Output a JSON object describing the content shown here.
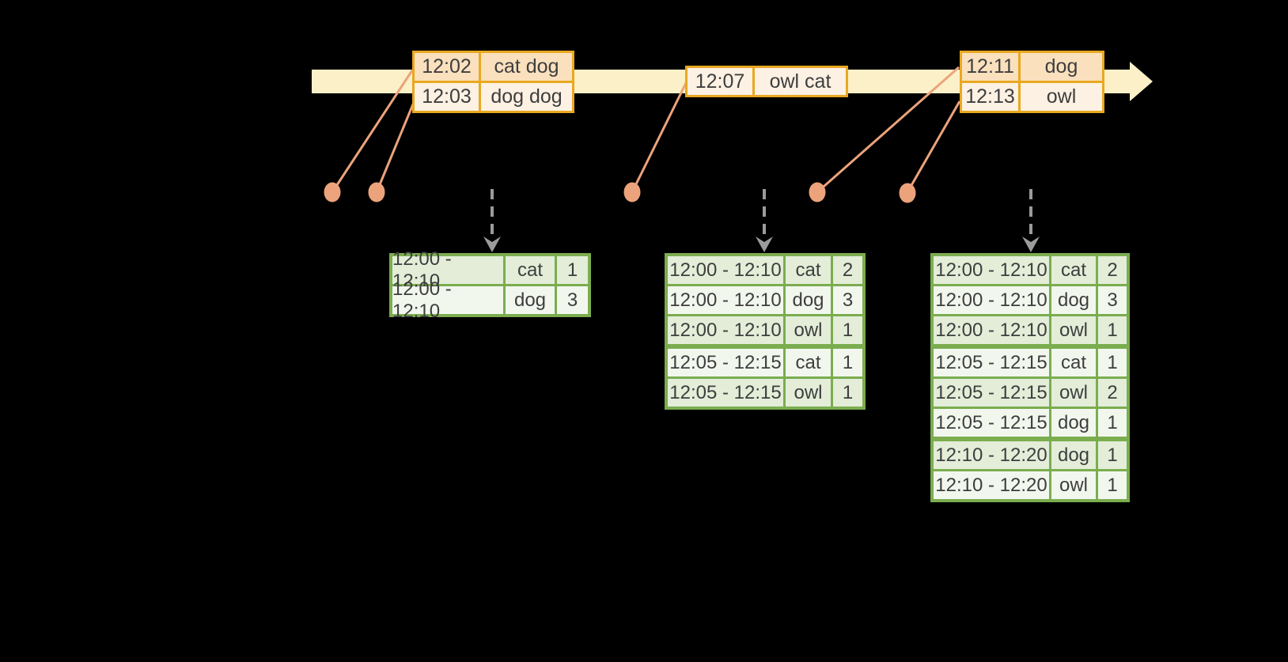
{
  "colors": {
    "background": "#000000",
    "timeline_fill": "#FCF0C8",
    "event_table_border": "#E9A820",
    "event_row_dark": "#FAE0BD",
    "event_row_light": "#FCF1E3",
    "connector": "#ECA37B",
    "trigger_arrow": "#9B9B9B",
    "result_table_border": "#7BAD4F",
    "result_row_dark": "#E3EDD8",
    "result_row_light": "#F2F7EE",
    "text": "#3E3E3E"
  },
  "events": [
    {
      "rows": [
        {
          "time": "12:02",
          "words": "cat dog"
        },
        {
          "time": "12:03",
          "words": "dog dog"
        }
      ]
    },
    {
      "rows": [
        {
          "time": "12:07",
          "words": "owl cat"
        }
      ]
    },
    {
      "rows": [
        {
          "time": "12:11",
          "words": "dog"
        },
        {
          "time": "12:13",
          "words": "owl"
        }
      ]
    }
  ],
  "results": [
    {
      "rows": [
        [
          "12:00 - 12:10",
          "cat",
          "1"
        ],
        [
          "12:00 - 12:10",
          "dog",
          "3"
        ]
      ]
    },
    {
      "rows": [
        [
          "12:00 - 12:10",
          "cat",
          "2"
        ],
        [
          "12:00 - 12:10",
          "dog",
          "3"
        ],
        [
          "12:00 - 12:10",
          "owl",
          "1"
        ],
        [
          "12:05 - 12:15",
          "cat",
          "1"
        ],
        [
          "12:05 - 12:15",
          "owl",
          "1"
        ]
      ]
    },
    {
      "rows": [
        [
          "12:00 - 12:10",
          "cat",
          "2"
        ],
        [
          "12:00 - 12:10",
          "dog",
          "3"
        ],
        [
          "12:00 - 12:10",
          "owl",
          "1"
        ],
        [
          "12:05 - 12:15",
          "cat",
          "1"
        ],
        [
          "12:05 - 12:15",
          "owl",
          "2"
        ],
        [
          "12:05 - 12:15",
          "dog",
          "1"
        ],
        [
          "12:10 - 12:20",
          "dog",
          "1"
        ],
        [
          "12:10 - 12:20",
          "owl",
          "1"
        ]
      ]
    }
  ]
}
